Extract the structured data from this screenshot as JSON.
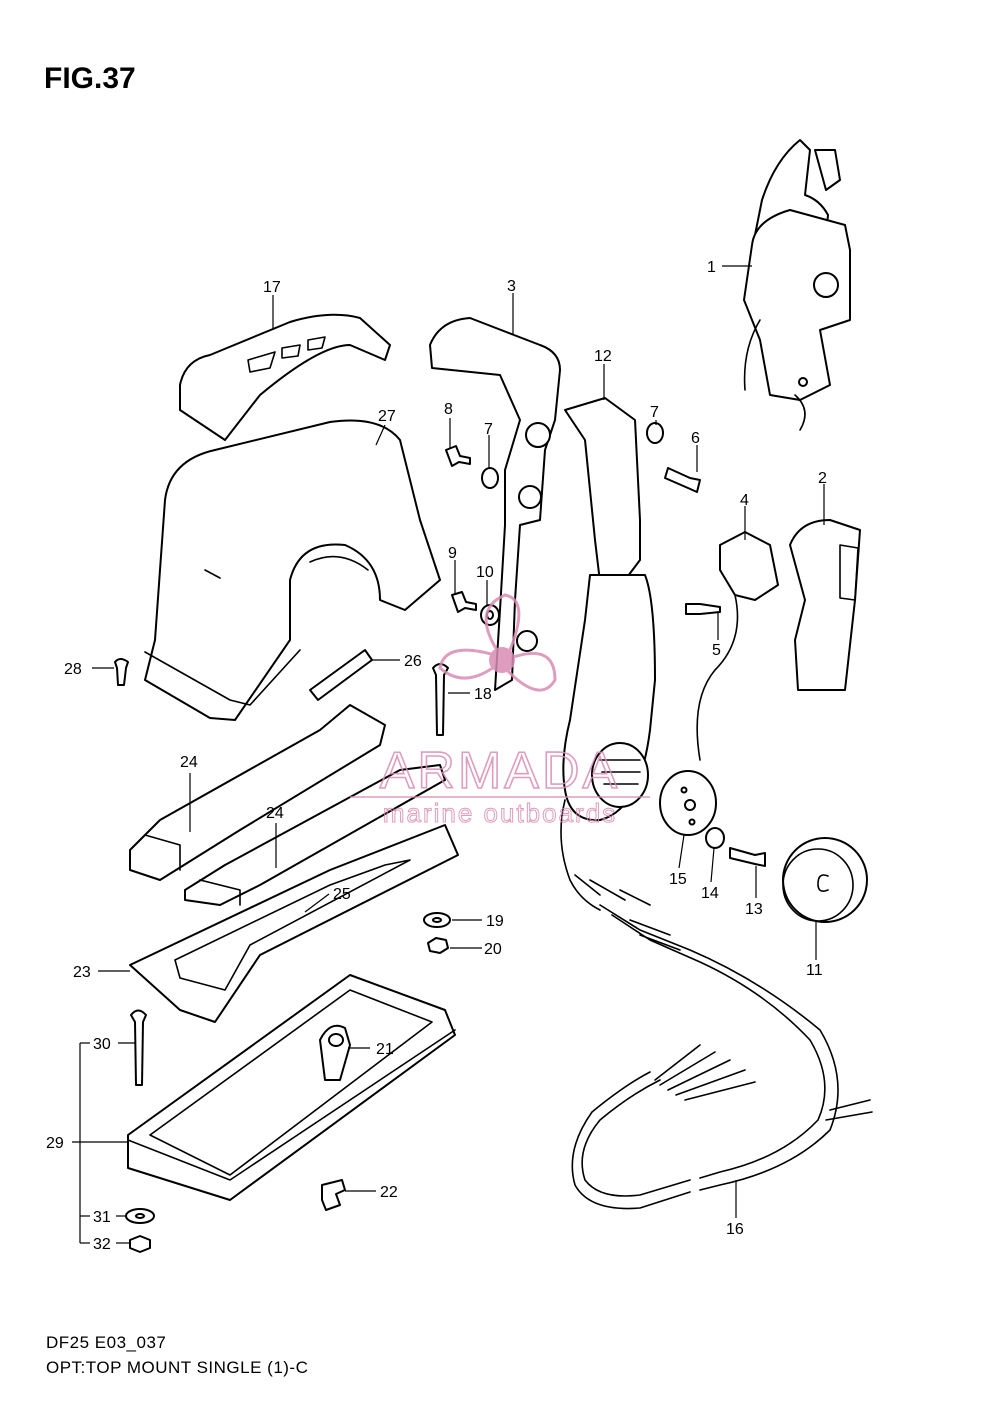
{
  "figure": {
    "title": "FIG.37",
    "model_code": "DF25 E03_037",
    "description": "OPT:TOP MOUNT SINGLE (1)-C"
  },
  "watermark": {
    "brand": "ARMADA",
    "tagline": "marine outboards",
    "color": "#d98cb3"
  },
  "callouts": [
    {
      "id": "c1",
      "label": "1"
    },
    {
      "id": "c2",
      "label": "2"
    },
    {
      "id": "c3",
      "label": "3"
    },
    {
      "id": "c4",
      "label": "4"
    },
    {
      "id": "c5",
      "label": "5"
    },
    {
      "id": "c6",
      "label": "6"
    },
    {
      "id": "c7a",
      "label": "7"
    },
    {
      "id": "c7b",
      "label": "7"
    },
    {
      "id": "c8",
      "label": "8"
    },
    {
      "id": "c9",
      "label": "9"
    },
    {
      "id": "c10",
      "label": "10"
    },
    {
      "id": "c11",
      "label": "11"
    },
    {
      "id": "c12",
      "label": "12"
    },
    {
      "id": "c13",
      "label": "13"
    },
    {
      "id": "c14",
      "label": "14"
    },
    {
      "id": "c15",
      "label": "15"
    },
    {
      "id": "c16",
      "label": "16"
    },
    {
      "id": "c17",
      "label": "17"
    },
    {
      "id": "c18",
      "label": "18"
    },
    {
      "id": "c19",
      "label": "19"
    },
    {
      "id": "c20",
      "label": "20"
    },
    {
      "id": "c21",
      "label": "21"
    },
    {
      "id": "c22",
      "label": "22"
    },
    {
      "id": "c23",
      "label": "23"
    },
    {
      "id": "c24a",
      "label": "24"
    },
    {
      "id": "c24b",
      "label": "24"
    },
    {
      "id": "c25",
      "label": "25"
    },
    {
      "id": "c26",
      "label": "26"
    },
    {
      "id": "c27",
      "label": "27"
    },
    {
      "id": "c28",
      "label": "28"
    },
    {
      "id": "c29",
      "label": "29"
    },
    {
      "id": "c30",
      "label": "30"
    },
    {
      "id": "c31",
      "label": "31"
    },
    {
      "id": "c32",
      "label": "32"
    }
  ]
}
